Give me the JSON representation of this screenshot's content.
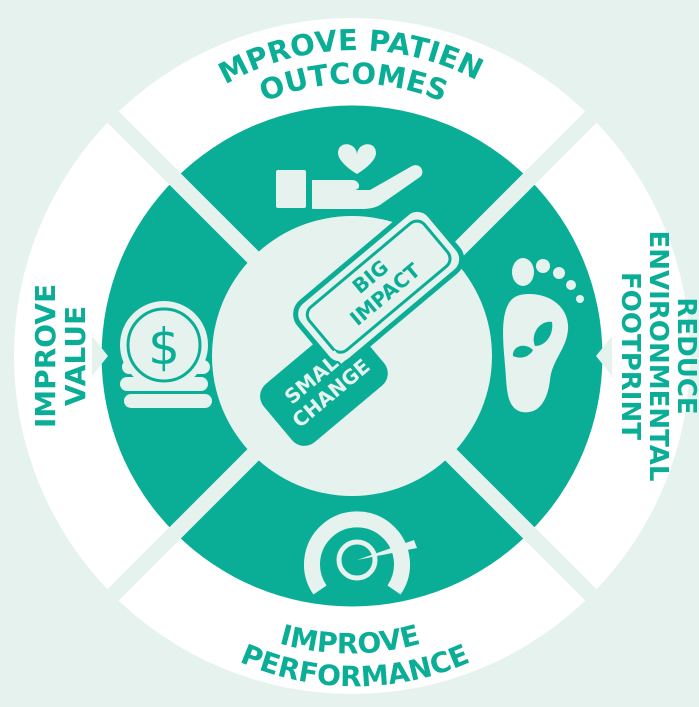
{
  "colors": {
    "background": "#e6f2ee",
    "ring": "#ffffff",
    "segment": "#0aae96",
    "center": "#e6f2ee",
    "text": "#0aae96"
  },
  "segments": [
    {
      "id": "patient-outcomes",
      "line1": "IMPROVE PATIENT",
      "line2": "OUTCOMES",
      "icon": "heart-hand-icon"
    },
    {
      "id": "environmental-footprint",
      "line1": "REDUCE",
      "line2": "ENVIRONMENTAL",
      "line3": "FOOTPRINT",
      "icon": "footprint-leaf-icon"
    },
    {
      "id": "performance",
      "line1": "IMPROVE",
      "line2": "PERFORMANCE",
      "icon": "speedometer-icon"
    },
    {
      "id": "value",
      "line1": "IMPROVE",
      "line2": "VALUE",
      "icon": "dollar-coins-icon"
    }
  ],
  "center": {
    "small_line1": "SMALL",
    "small_line2": "CHANGE",
    "big_line1": "BIG",
    "big_line2": "IMPACT",
    "icon": "checkmark-icon"
  }
}
